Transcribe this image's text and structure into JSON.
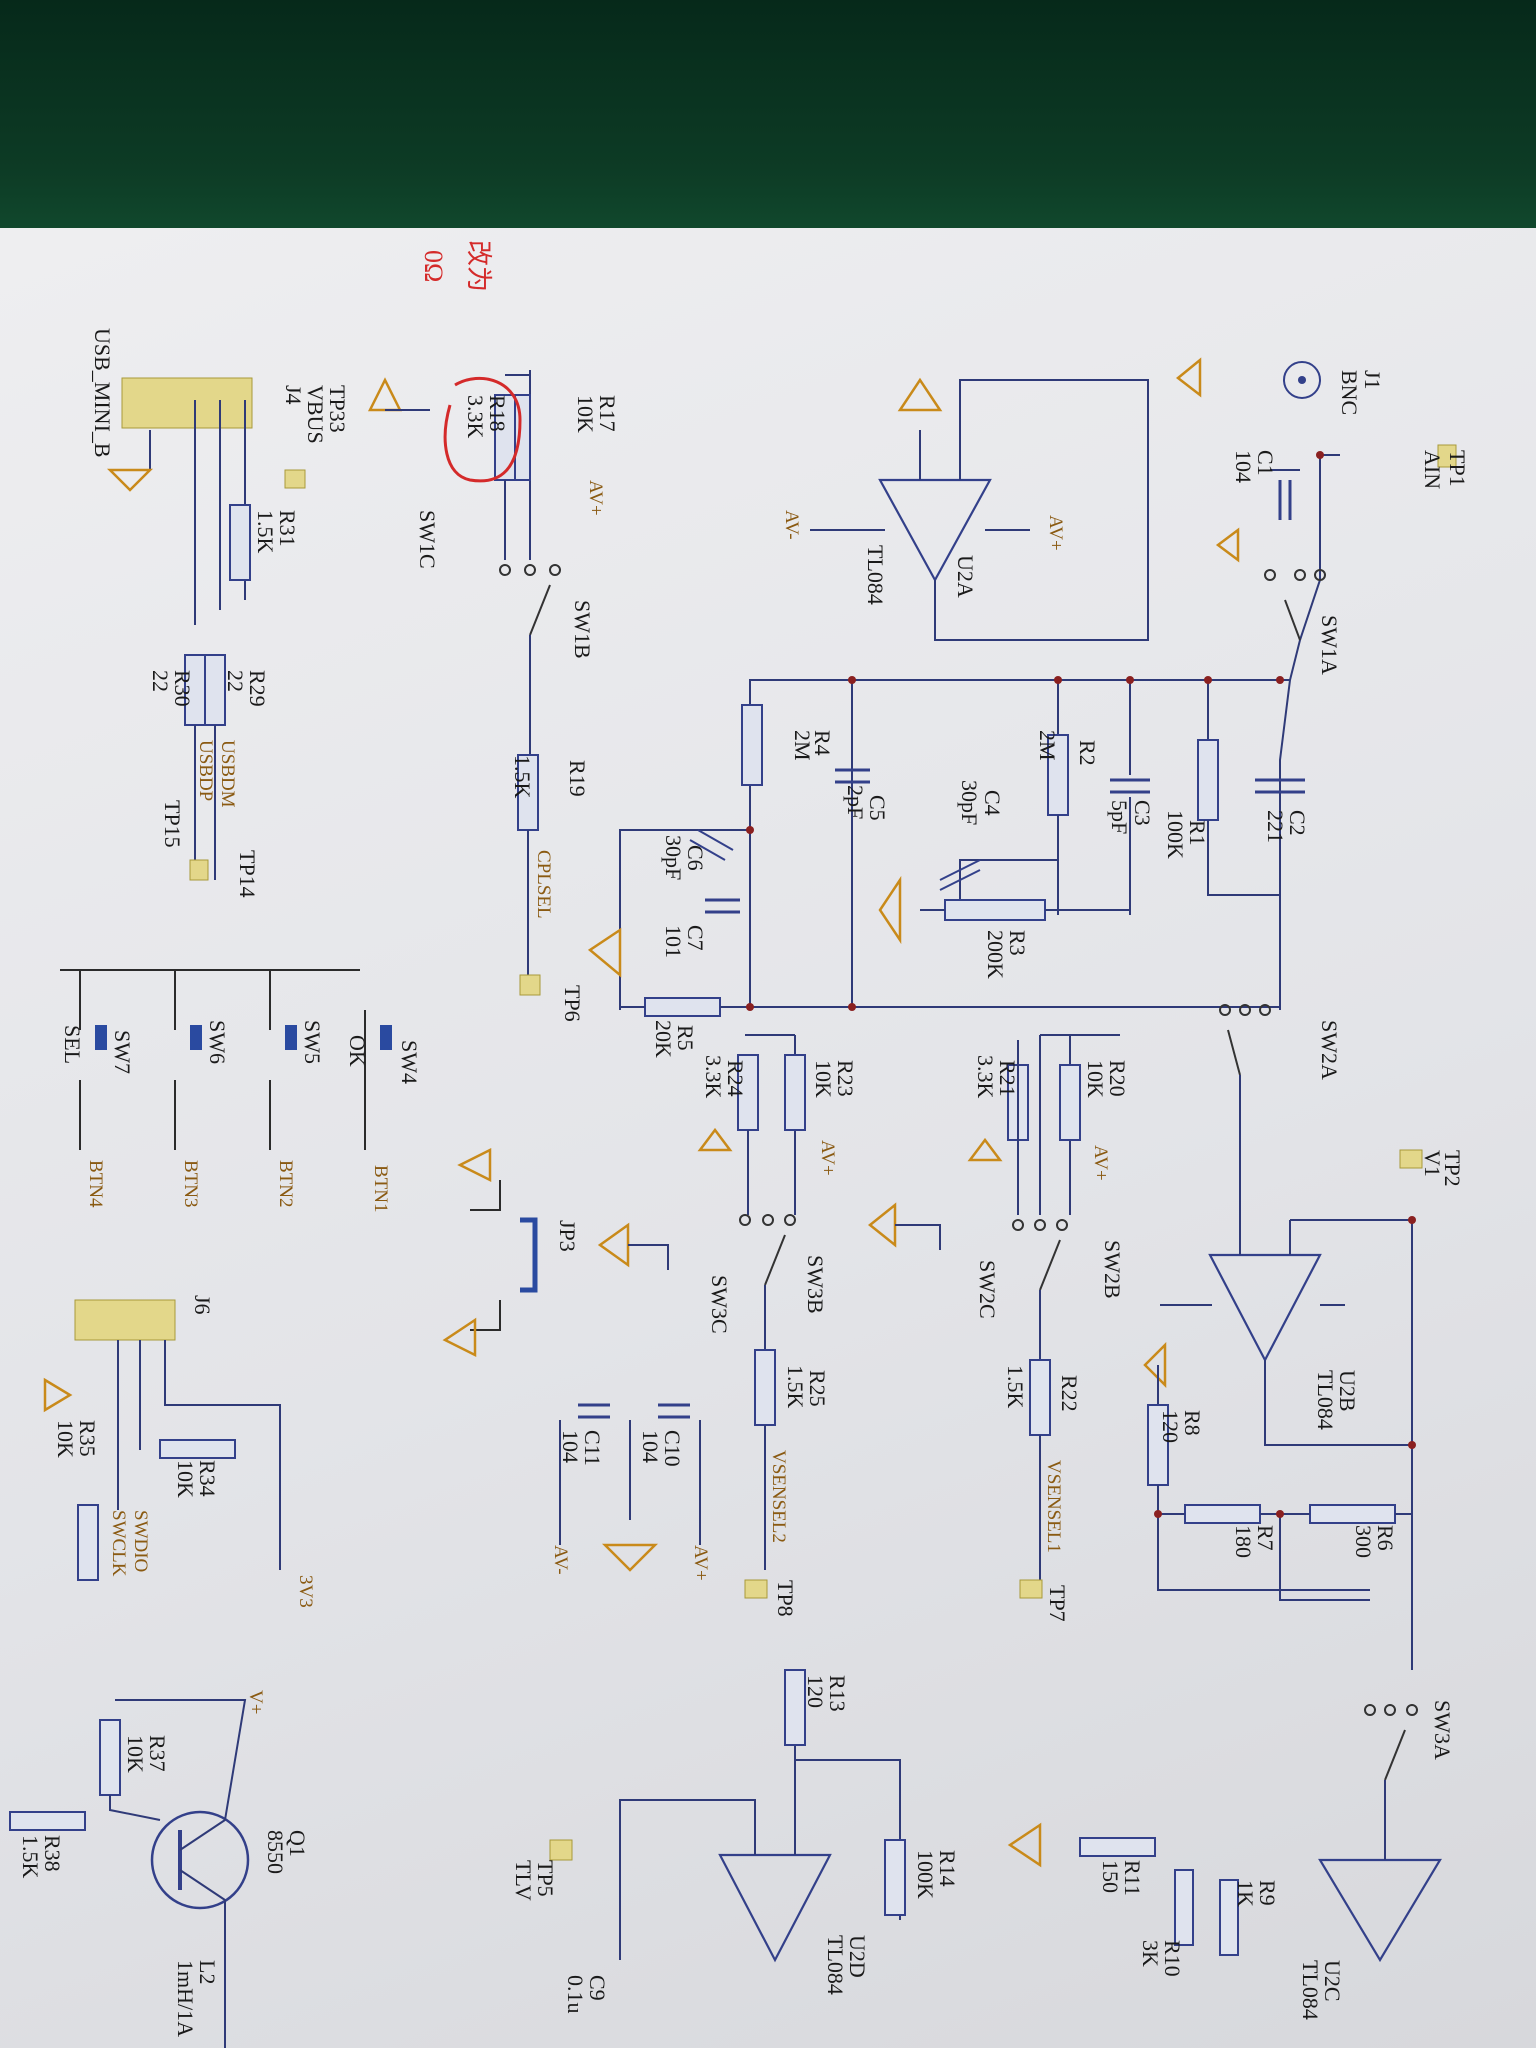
{
  "labels": {
    "tp1": "TP1",
    "ain": "AIN",
    "j1": "J1",
    "bnc": "BNC",
    "c1": "C1",
    "c1v": "104",
    "sw1a": "SW1A",
    "u2a": "U2A",
    "tl084_a": "TL084",
    "avp_u2a": "AV+",
    "avm_u2a": "AV-",
    "c2": "C2",
    "c2v": "221",
    "r1": "R1",
    "r1v": "100K",
    "c3": "C3",
    "c3v": "5pF",
    "r2": "R2",
    "r2v": "2M",
    "c4": "C4",
    "c4v": "30pF",
    "r3": "R3",
    "r3v": "200K",
    "c5": "C5",
    "c5v": "2pF",
    "r4": "R4",
    "r4v": "2M",
    "c6": "C6",
    "c6v": "30pF",
    "c7": "C7",
    "c7v": "101",
    "r5": "R5",
    "r5v": "20K",
    "sw2a": "SW2A",
    "tp2": "TP2",
    "v1": "V1",
    "u2b": "U2B",
    "tl084_b": "TL084",
    "r8": "R8",
    "r8v": "120",
    "r7": "R7",
    "r7v": "180",
    "r6": "R6",
    "r6v": "300",
    "sw3a": "SW3A",
    "r20": "R20",
    "r20v": "10K",
    "r21": "R21",
    "r21v": "3.3K",
    "avp_sw2b": "AV+",
    "sw2b": "SW2B",
    "r22": "R22",
    "r22v": "1.5K",
    "vsensel1": "VSENSEL1",
    "tp7": "TP7",
    "sw2c": "SW2C",
    "r23": "R23",
    "r23v": "10K",
    "r24": "R24",
    "r24v": "3.3K",
    "avp_sw3b": "AV+",
    "sw3b": "SW3B",
    "r25": "R25",
    "r25v": "1.5K",
    "vsensel2": "VSENSEL2",
    "tp8": "TP8",
    "sw3c": "SW3C",
    "c10": "C10",
    "c10v": "104",
    "c11": "C11",
    "c11v": "104",
    "avp_c10": "AV+",
    "avm_c11": "AV-",
    "jp3": "JP3",
    "r17": "R17",
    "r17v": "10K",
    "r18": "R18",
    "r18v": "3.3K",
    "avp_sw1b": "AV+",
    "sw1b": "SW1B",
    "sw1c": "SW1C",
    "r19": "R19",
    "r19v": "1.5K",
    "cplsel": "CPLSEL",
    "tp6": "TP6",
    "tp33": "TP33",
    "vbus": "VBUS",
    "j4": "J4",
    "r31": "R31",
    "r31v": "1.5K",
    "r29": "R29",
    "r29v": "22",
    "r30": "R30",
    "r30v": "22",
    "usbdm": "USBDM",
    "usbdp": "USBDP",
    "tp14": "TP14",
    "tp15": "TP15",
    "usb_mini_b": "USB_MINI_B",
    "sw4": "SW4",
    "ok": "OK",
    "btn1": "BTN1",
    "sw5": "SW5",
    "btn2": "BTN2",
    "sw6": "SW6",
    "btn3": "BTN3",
    "sw7": "SW7",
    "sel": "SEL",
    "btn4": "BTN4",
    "j6": "J6",
    "r34": "R34",
    "r34v": "10K",
    "r35": "R35",
    "r35v": "10K",
    "swdio": "SWDIO",
    "swclk": "SWCLK",
    "v3v3": "3V3",
    "r13": "R13",
    "r13v": "120",
    "r14": "R14",
    "r14v": "100K",
    "u2d": "U2D",
    "tl084_d": "TL084",
    "u2c": "U2C",
    "tl084_c": "TL084",
    "r9": "R9",
    "r9v": "1K",
    "r10": "R10",
    "r10v": "3K",
    "r11": "R11",
    "r11v": "150",
    "tp5": "TP5",
    "tlv": "TLV",
    "c9": "C9",
    "c9v": "0.1u",
    "q1": "Q1",
    "q1v": "8550",
    "vplus": "V+",
    "r37": "R37",
    "r37v": "10K",
    "r38": "R38",
    "r38v": "1.5K",
    "l2": "L2",
    "l2v": "1mH/1A",
    "handwritten": "改为",
    "handwritten2": "0Ω"
  },
  "colors": {
    "wire": "#2f3a78",
    "component": "#33408a",
    "ground": "#c98a1a",
    "testpoint": "#e3d78a",
    "annotation": "#d42a2a",
    "paper": "#e6e7ea",
    "background": "#0d3b25"
  }
}
